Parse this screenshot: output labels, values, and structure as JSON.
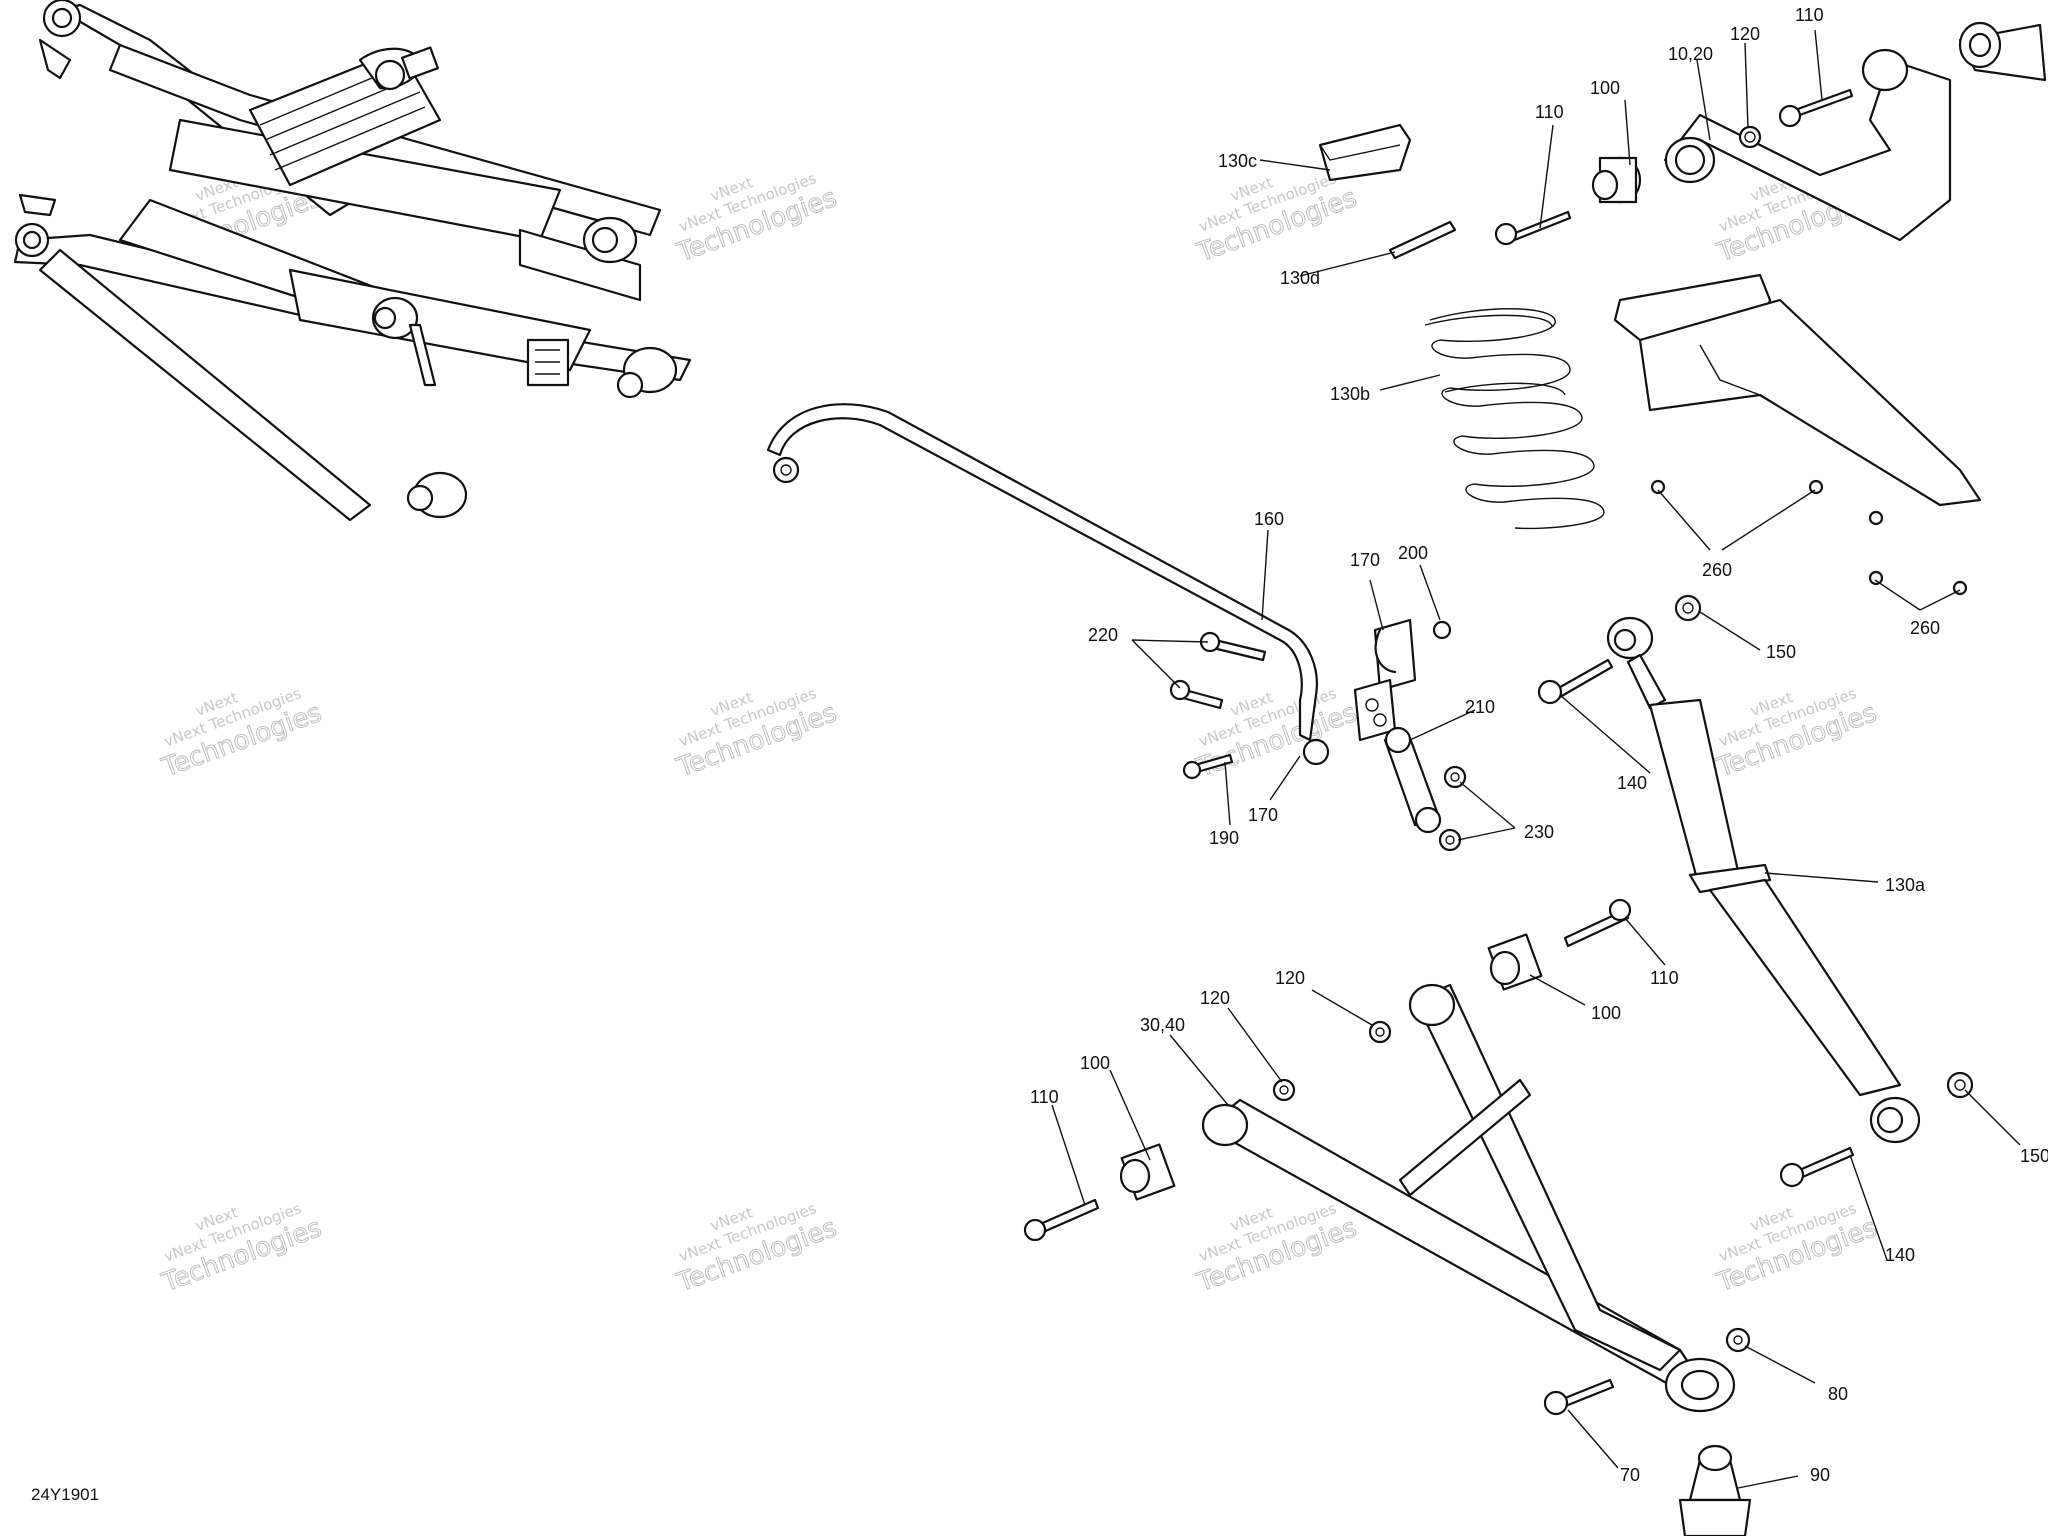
{
  "diagram": {
    "document_id": "24Y1901",
    "watermark": {
      "line1": "vNext",
      "line2": "vNext Technologies",
      "line3": "Technologies"
    },
    "callouts": [
      {
        "id": "c110a",
        "label": "110"
      },
      {
        "id": "c120a",
        "label": "120"
      },
      {
        "id": "c1020",
        "label": "10,20"
      },
      {
        "id": "c100a",
        "label": "100"
      },
      {
        "id": "c110b",
        "label": "110"
      },
      {
        "id": "c130c",
        "label": "130c"
      },
      {
        "id": "c130d",
        "label": "130d"
      },
      {
        "id": "c130b",
        "label": "130b"
      },
      {
        "id": "c260a",
        "label": "260"
      },
      {
        "id": "c260b",
        "label": "260"
      },
      {
        "id": "c160",
        "label": "160"
      },
      {
        "id": "c170a",
        "label": "170"
      },
      {
        "id": "c200",
        "label": "200"
      },
      {
        "id": "c220",
        "label": "220"
      },
      {
        "id": "c210",
        "label": "210"
      },
      {
        "id": "c150a",
        "label": "150"
      },
      {
        "id": "c140a",
        "label": "140"
      },
      {
        "id": "c190",
        "label": "190"
      },
      {
        "id": "c170b",
        "label": "170"
      },
      {
        "id": "c230",
        "label": "230"
      },
      {
        "id": "c130a",
        "label": "130a"
      },
      {
        "id": "c110c",
        "label": "110"
      },
      {
        "id": "c100b",
        "label": "100"
      },
      {
        "id": "c120b",
        "label": "120"
      },
      {
        "id": "c120c",
        "label": "120"
      },
      {
        "id": "c3040",
        "label": "30,40"
      },
      {
        "id": "c100c",
        "label": "100"
      },
      {
        "id": "c110d",
        "label": "110"
      },
      {
        "id": "c150b",
        "label": "150"
      },
      {
        "id": "c140b",
        "label": "140"
      },
      {
        "id": "c80",
        "label": "80"
      },
      {
        "id": "c70",
        "label": "70"
      },
      {
        "id": "c90",
        "label": "90"
      }
    ]
  }
}
